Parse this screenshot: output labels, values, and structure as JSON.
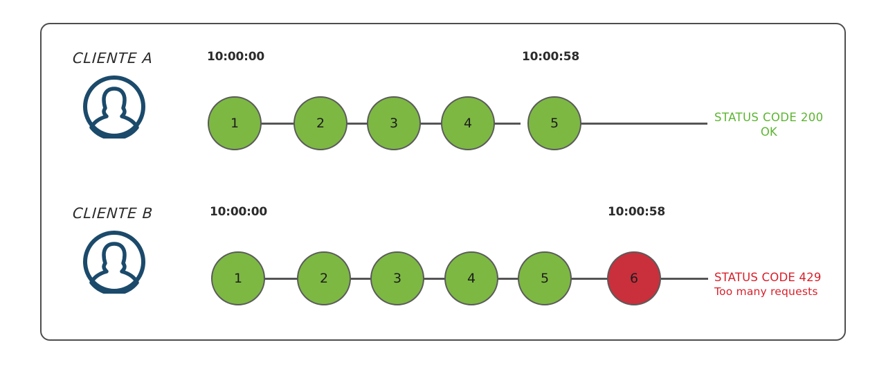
{
  "diagram": {
    "title": "API rate limiting comparison between two clients",
    "colors": {
      "request_ok": "#7db843",
      "request_blocked": "#c9303c",
      "status_ok_text": "#5cb531",
      "status_error_text": "#d81f2a",
      "avatar_stroke": "#1b4a6b",
      "frame_border": "#4d4d4d",
      "connector_line": "#555555"
    },
    "rows": [
      {
        "id": "cliente-a",
        "label": "CLIENTE A",
        "avatar_icon": "user-avatar-icon",
        "time_start": "10:00:00",
        "time_end": "10:00:58",
        "requests": [
          {
            "number": "1",
            "state": "ok"
          },
          {
            "number": "2",
            "state": "ok"
          },
          {
            "number": "3",
            "state": "ok"
          },
          {
            "number": "4",
            "state": "ok"
          },
          {
            "number": "5",
            "state": "ok"
          }
        ],
        "status": {
          "line1": "STATUS CODE 200",
          "line2": "OK",
          "kind": "ok"
        }
      },
      {
        "id": "cliente-b",
        "label": "CLIENTE B",
        "avatar_icon": "user-avatar-icon",
        "time_start": "10:00:00",
        "time_end": "10:00:58",
        "requests": [
          {
            "number": "1",
            "state": "ok"
          },
          {
            "number": "2",
            "state": "ok"
          },
          {
            "number": "3",
            "state": "ok"
          },
          {
            "number": "4",
            "state": "ok"
          },
          {
            "number": "5",
            "state": "ok"
          },
          {
            "number": "6",
            "state": "fail"
          }
        ],
        "status": {
          "line1": "STATUS CODE 429",
          "line2": "Too many requests",
          "kind": "error"
        }
      }
    ]
  }
}
